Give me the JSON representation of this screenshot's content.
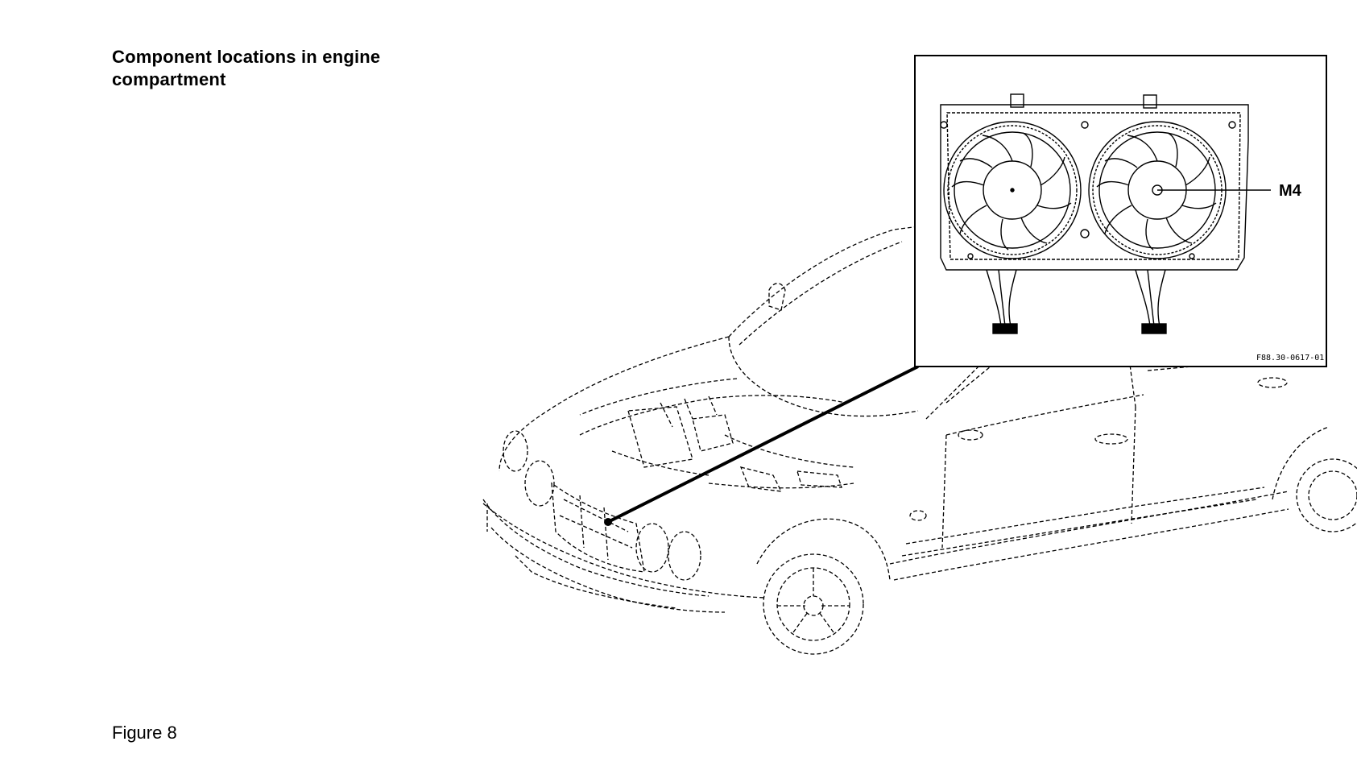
{
  "title": {
    "line1": "Component locations in engine",
    "line2": "compartment"
  },
  "caption": "Figure 8",
  "inset": {
    "callout_label": "M4",
    "drawing_ref": "F88.30-0617-01"
  },
  "icons": {
    "car": "car-line-drawing",
    "fan": "radiator-fan-assembly"
  },
  "colors": {
    "line": "#000000",
    "background": "#ffffff"
  }
}
